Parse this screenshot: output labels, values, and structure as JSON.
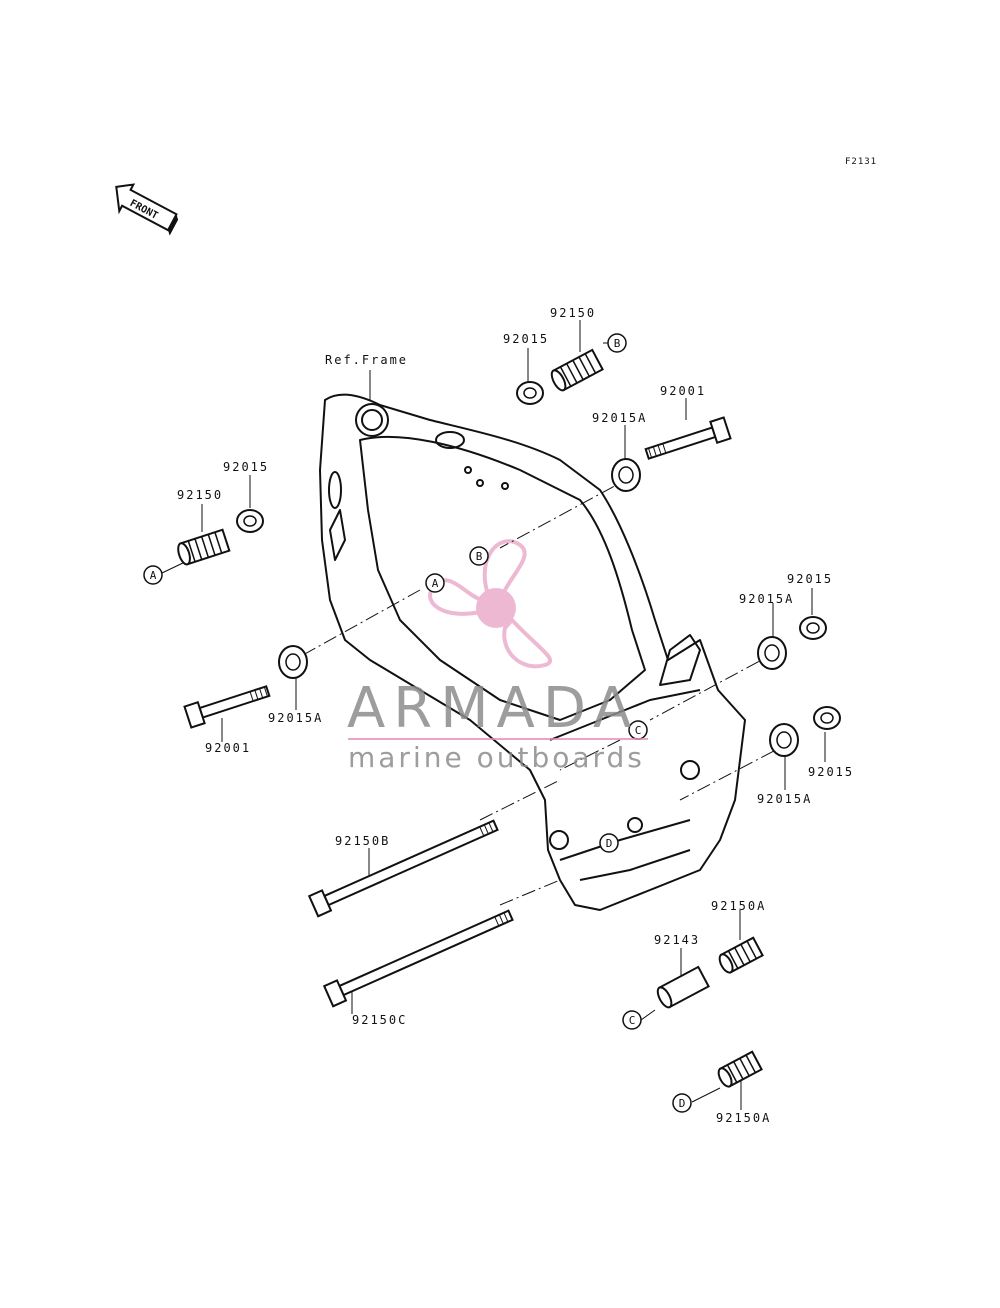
{
  "figure_code": "F2131",
  "front_badge": "FRONT",
  "ref_frame_label": "Ref.Frame",
  "callouts": {
    "A": "A",
    "B": "B",
    "C": "C",
    "D": "D"
  },
  "parts": {
    "p1": "92015",
    "p2": "92150",
    "p3": "92001",
    "p4": "92015A",
    "p5": "92015",
    "p6": "92150",
    "p7": "92001",
    "p8": "92015A",
    "p9": "92015",
    "p10": "92015A",
    "p11": "92015",
    "p12": "92015A",
    "p13": "92150B",
    "p14": "92150C",
    "p15": "92143",
    "p16": "92150A",
    "p17": "92150A"
  },
  "watermark": {
    "title": "ARMADA",
    "subtitle": "marine outboards",
    "colors": {
      "logo_pink": "#e9a8c8",
      "text_gray": "#8c8c8c"
    }
  }
}
